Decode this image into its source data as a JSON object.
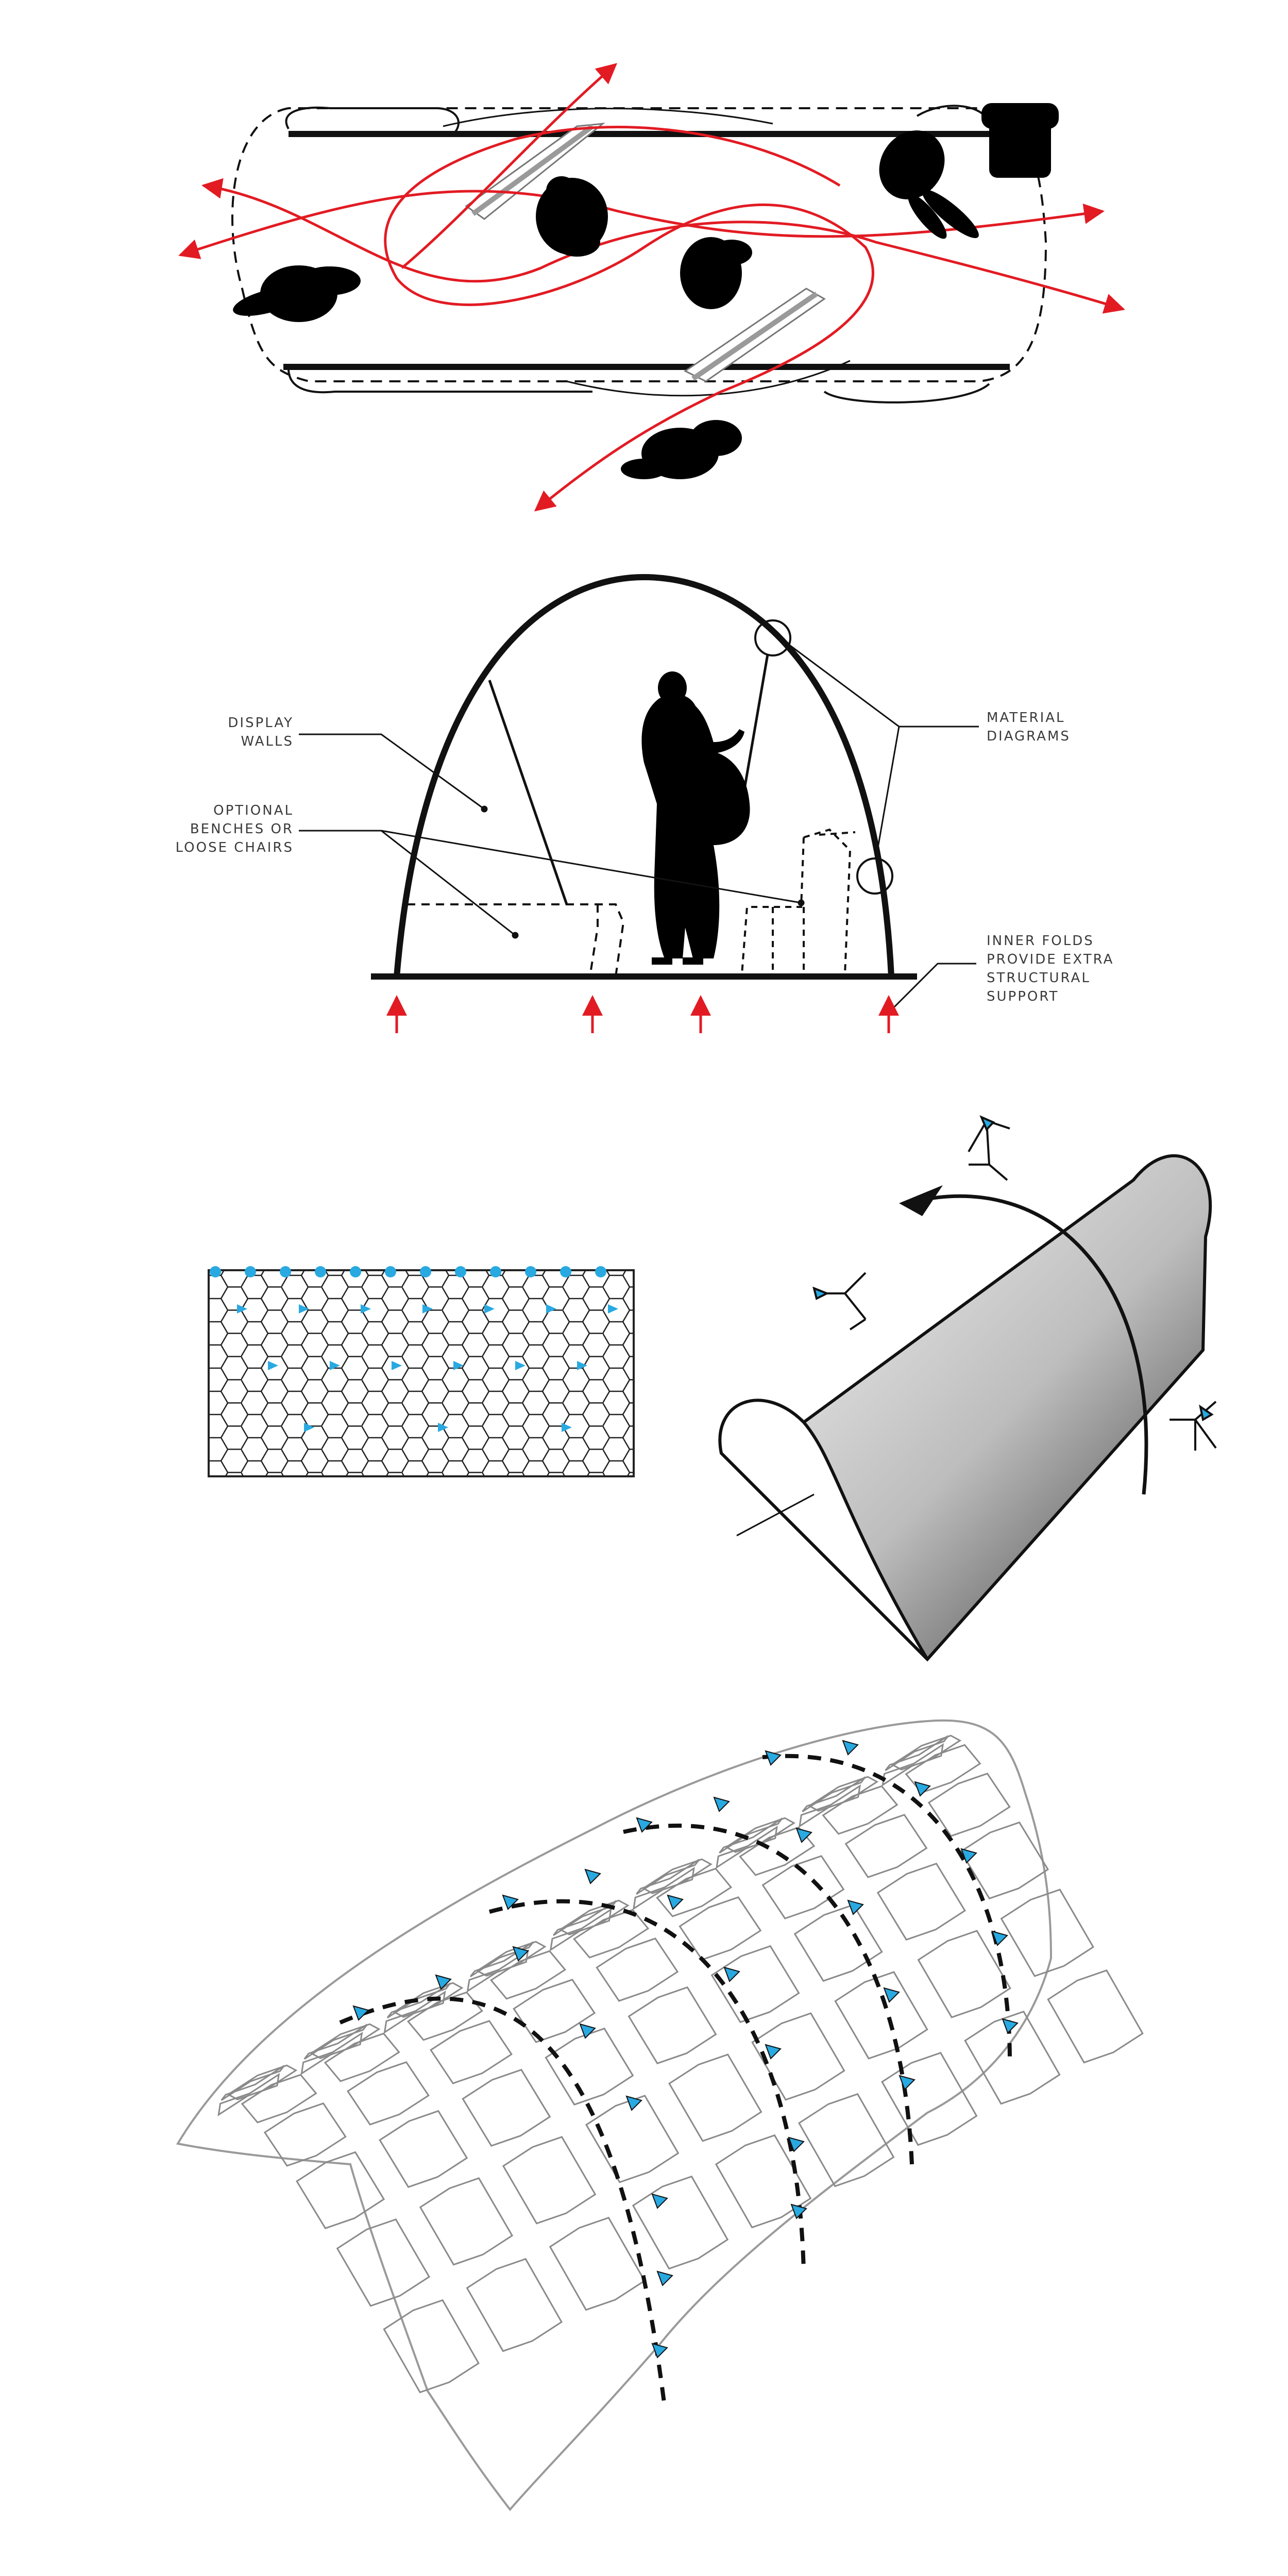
{
  "section_elevation": {
    "labels": {
      "display_walls": "DISPLAY\nWALLS",
      "optional_benches": "OPTIONAL\nBENCHES OR\nLOOSE CHAIRS",
      "material_diagrams": "MATERIAL\nDIAGRAMS",
      "inner_folds": "INNER FOLDS\nPROVIDE EXTRA\nSTRUCTURAL\nSUPPORT"
    }
  },
  "colors": {
    "circulation_red": "#e21b23",
    "node_blue": "#29a9e1",
    "line_black": "#111111",
    "wall_gray": "#9a9a9a"
  }
}
